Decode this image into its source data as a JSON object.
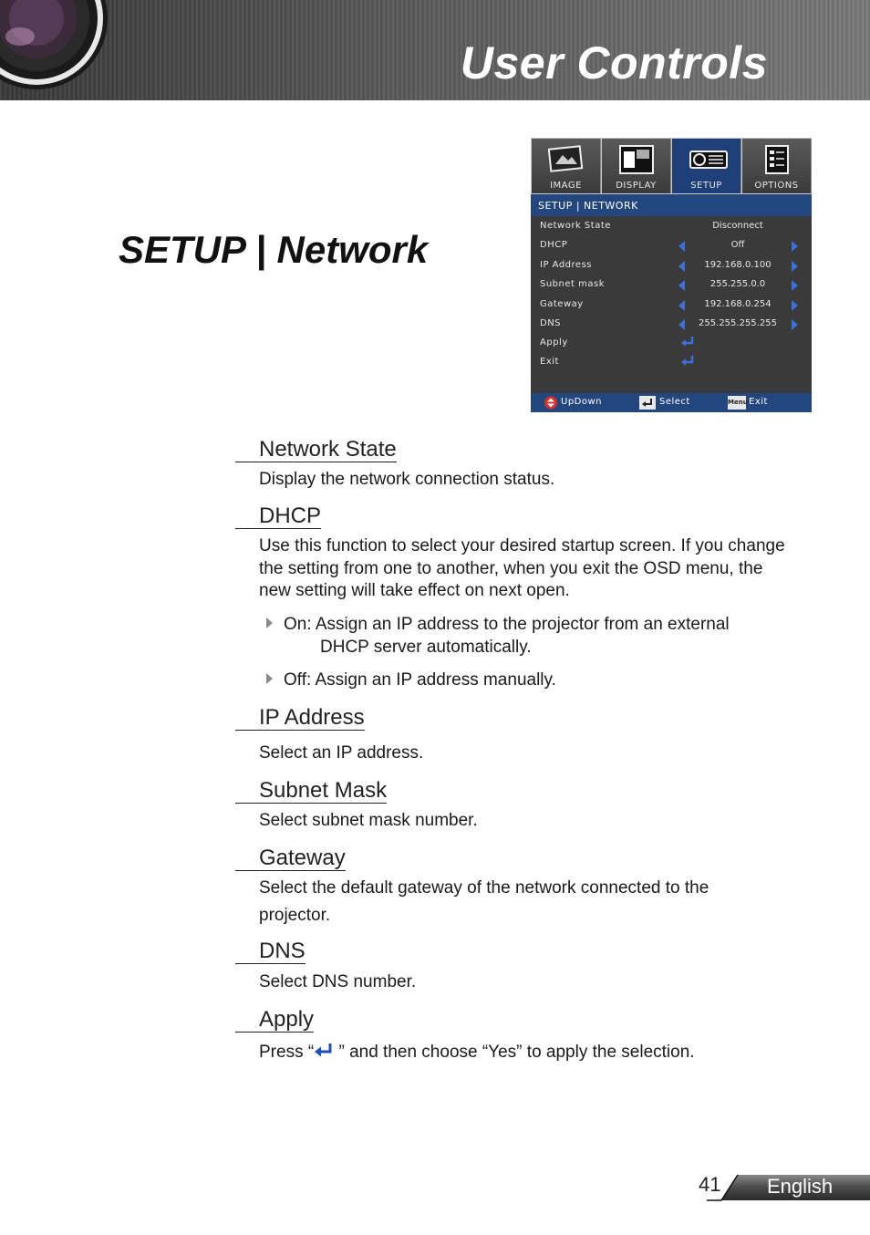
{
  "header": {
    "title": "User Controls"
  },
  "section_title": "SETUP | Network",
  "osd": {
    "tabs": [
      {
        "label": "IMAGE",
        "icon": "image-icon"
      },
      {
        "label": "DISPLAY",
        "icon": "display-icon"
      },
      {
        "label": "SETUP",
        "icon": "projector-icon"
      },
      {
        "label": "OPTIONS",
        "icon": "options-icon"
      }
    ],
    "active_tab": "SETUP",
    "header": "SETUP  |  NETWORK",
    "rows": [
      {
        "label": "Network State",
        "value": "Disconnect"
      },
      {
        "label": "DHCP",
        "value": "Off"
      },
      {
        "label": "IP Address",
        "value": "192.168.0.100"
      },
      {
        "label": "Subnet mask",
        "value": "255.255.0.0"
      },
      {
        "label": "Gateway",
        "value": "192.168.0.254"
      },
      {
        "label": "DNS",
        "value": "255.255.255.255"
      },
      {
        "label": "Apply",
        "value": ""
      },
      {
        "label": "Exit",
        "value": ""
      }
    ],
    "footer": {
      "updown": "UpDown",
      "select": "Select",
      "menu_key": "Menu",
      "exit": "Exit"
    },
    "colors": {
      "header_bg": "#24467f",
      "panel_bg": "#3a3a3a",
      "arrow": "#3d6fd8"
    }
  },
  "items": {
    "network_state": {
      "title": "Network State",
      "desc": "Display the network connection status."
    },
    "dhcp": {
      "title": "DHCP",
      "desc": "Use this function to select your desired startup screen. If you change the setting from one to another, when you exit the OSD menu, the new setting will take effect on next open.",
      "on_1": "On: Assign an IP address to the projector from an external",
      "on_2": "DHCP server automatically.",
      "off": "Off: Assign an IP address manually."
    },
    "ip_address": {
      "title": "IP Address",
      "desc": "Select an IP address."
    },
    "subnet_mask": {
      "title": "Subnet Mask",
      "desc": "Select subnet mask number."
    },
    "gateway": {
      "title": "Gateway",
      "desc_1": "Select the default gateway of the network connected to the",
      "desc_2": "projector."
    },
    "dns": {
      "title": "DNS",
      "desc": "Select DNS number."
    },
    "apply": {
      "title": "Apply",
      "desc_pre": "Press “",
      "desc_post": " ” and then choose “Yes” to apply the selection."
    }
  },
  "footer": {
    "page_number": "41",
    "language": "English"
  }
}
